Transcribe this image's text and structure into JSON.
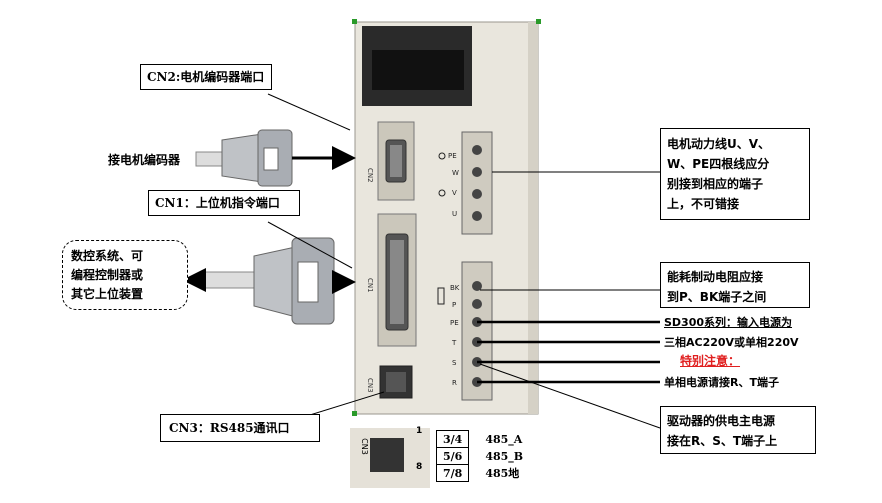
{
  "labels": {
    "cn2_port": "CN2:电机编码器端口",
    "encoder_conn": "接电机编码器",
    "cn1_port": "CN1：上位机指令端口",
    "host_devices": [
      "数控系统、可",
      "编程控制器或",
      "其它上位装置"
    ],
    "motor_power": [
      "电机动力线U、V、",
      "W、PE四根线应分",
      "别接到相应的端子",
      "上，不可错接"
    ],
    "brake_resistor": [
      "能耗制动电阻应接",
      "到P、BK端子之间"
    ],
    "sd300_power": "SD300系列：输入电源为",
    "three_phase": "三相AC220V或单相220V",
    "special_note": "特别注意：",
    "single_phase": "单相电源请接R、T端子",
    "main_power": [
      "驱动器的供电主电源",
      "接在R、S、T端子上"
    ],
    "cn3_port": "CN3：RS485通讯口"
  },
  "device": {
    "cn2_silk": "CN2",
    "cn1_silk": "CN1",
    "cn3_silk": "CN3",
    "motor_terminals": [
      "PE",
      "W",
      "V",
      "U"
    ],
    "power_terminals": [
      "BK",
      "P",
      "PE",
      "T",
      "S",
      "R"
    ]
  },
  "rj45_inset": {
    "silk": "CN3",
    "pin_top": "1",
    "pin_bottom": "8",
    "rows": [
      {
        "pins": "3/4",
        "signal": "485_A"
      },
      {
        "pins": "5/6",
        "signal": "485_B"
      },
      {
        "pins": "7/8",
        "signal": "485地"
      }
    ]
  },
  "colors": {
    "device_body": "#e9e6dd",
    "device_panel": "#d8d4c8",
    "top_cover": "#2a2a2a",
    "terminal_block": "#cfcbc0",
    "special_note": "#e02020"
  }
}
